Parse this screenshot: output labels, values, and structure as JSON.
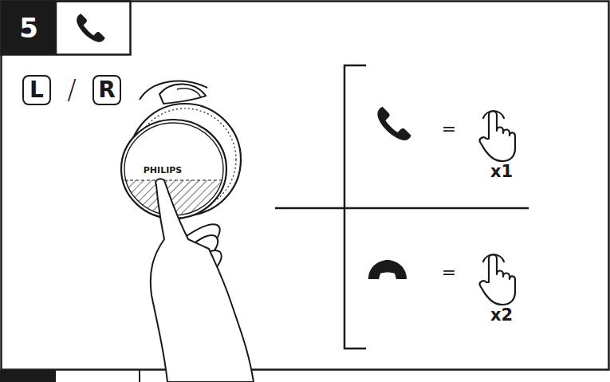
{
  "diagram": {
    "nodes": [
      {
        "text": [
          "5"
        ]
      },
      {
        "text": [
          "L"
        ]
      },
      {
        "text": [
          "R"
        ]
      }
    ],
    "labels": [
      "/",
      "PHILIPS",
      "=",
      "x1",
      "=",
      "x2"
    ]
  }
}
